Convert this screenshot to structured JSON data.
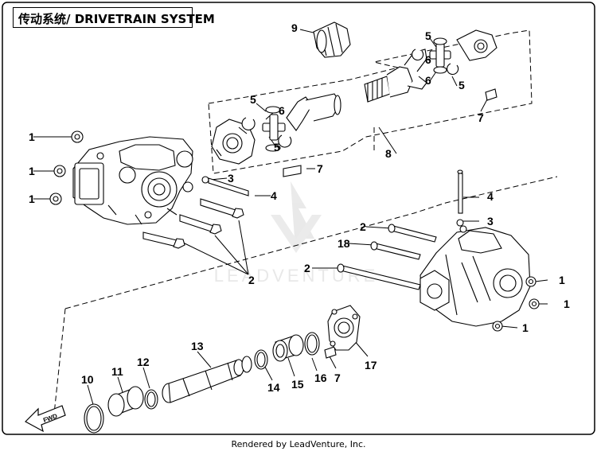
{
  "title": "传动系统/ DRIVETRAIN SYSTEM",
  "watermark": "LEADVENTURE",
  "footer": "Rendered by LeadVenture, Inc.",
  "fwd_label": "FWD",
  "callouts": {
    "n1a": "1",
    "n1b": "1",
    "n1c": "1",
    "n1d": "1",
    "n1e": "1",
    "n1f": "1",
    "n2a": "2",
    "n2b": "2",
    "n2c": "2",
    "n3a": "3",
    "n3b": "3",
    "n4a": "4",
    "n4b": "4",
    "n5a": "5",
    "n5b": "5",
    "n5c": "5",
    "n5d": "5",
    "n6a": "6",
    "n6b": "6",
    "n6c": "6",
    "n7a": "7",
    "n7b": "7",
    "n7c": "7",
    "n8": "8",
    "n9": "9",
    "n10": "10",
    "n11": "11",
    "n12": "12",
    "n13": "13",
    "n14": "14",
    "n15": "15",
    "n16": "16",
    "n17": "17",
    "n18": "18"
  },
  "colors": {
    "line": "#000000",
    "watermark": "#d9d9d9",
    "background": "#ffffff"
  }
}
